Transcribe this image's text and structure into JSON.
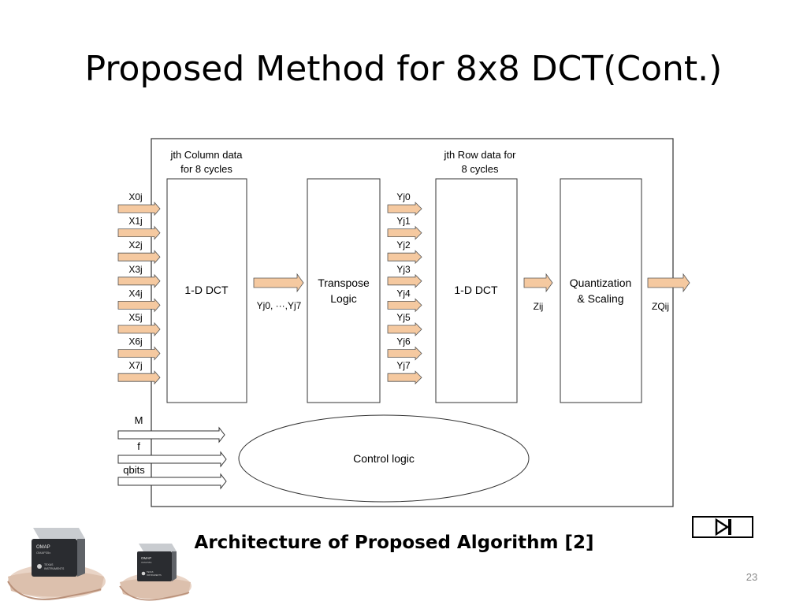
{
  "slide": {
    "title": "Proposed Method for 8x8 DCT(Cont.)",
    "caption": "Architecture of Proposed Algorithm [2]",
    "page_number": "23"
  },
  "diagram": {
    "col_header_line1": "jth Column data",
    "col_header_line2": "for 8 cycles",
    "row_header_line1": "jth Row data for",
    "row_header_line2": "8 cycles",
    "inputs": [
      "X0j",
      "X1j",
      "X2j",
      "X3j",
      "X4j",
      "X5j",
      "X6j",
      "X7j"
    ],
    "mid_outputs": [
      "Yj0",
      "Yj1",
      "Yj2",
      "Yj3",
      "Yj4",
      "Yj5",
      "Yj6",
      "Yj7"
    ],
    "block_dct1": "1-D DCT",
    "block_transpose_line1": "Transpose",
    "block_transpose_line2": "Logic",
    "block_dct2": "1-D DCT",
    "block_quant_line1": "Quantization",
    "block_quant_line2": "& Scaling",
    "label_yj_range": "Yj0, ···,Yj7",
    "label_zij": "Zij",
    "label_zqij": "ZQij",
    "control_inputs": [
      "M",
      "f",
      "qbits"
    ],
    "control_logic": "Control logic",
    "arrow_fill": "#f5c9a0"
  },
  "logo": {
    "brand": "OMAP",
    "model": "OMAP35x",
    "maker_line1": "TEXAS",
    "maker_line2": "INSTRUMENTS"
  }
}
